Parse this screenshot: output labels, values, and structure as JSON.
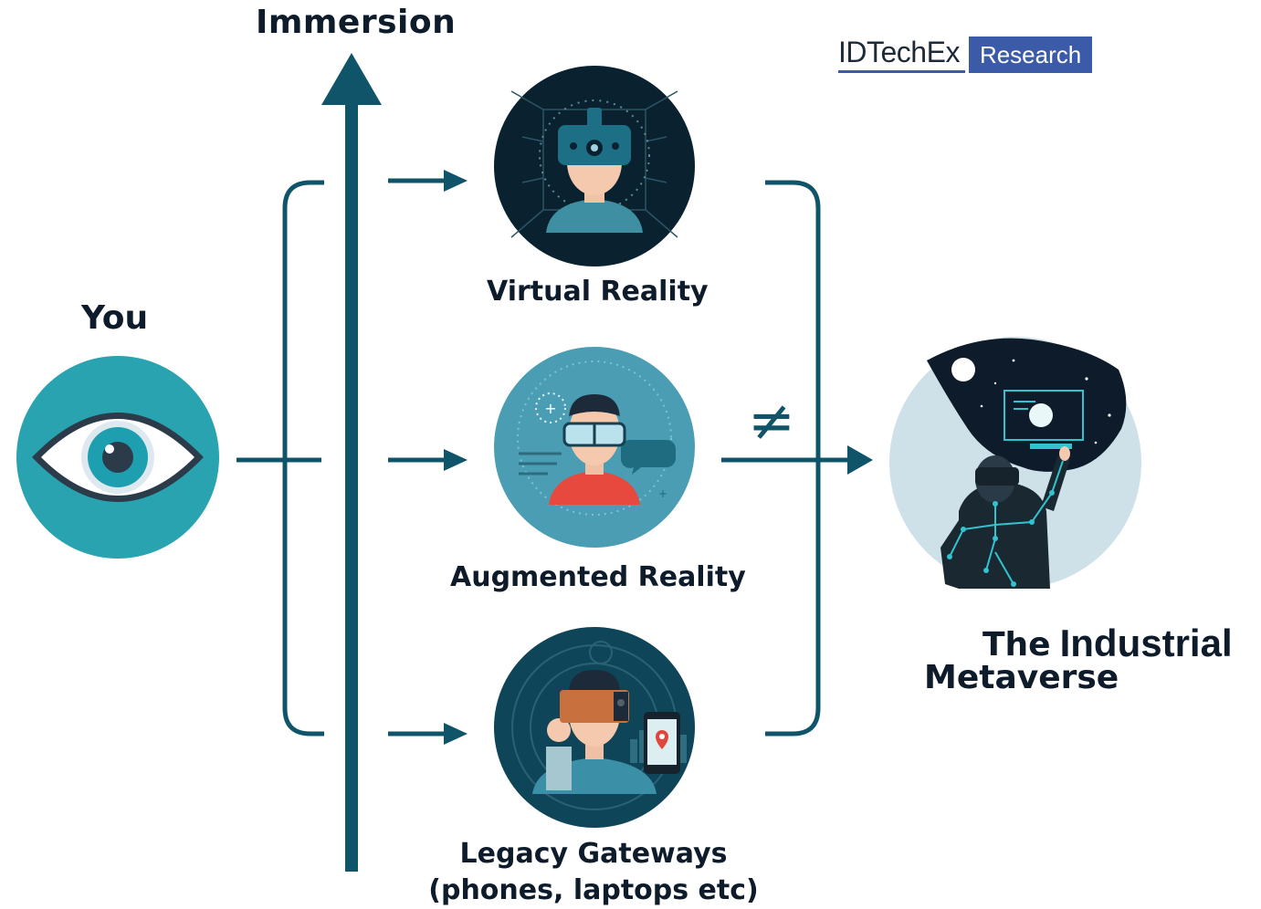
{
  "axis": {
    "label": "Immersion"
  },
  "you": {
    "label": "You"
  },
  "technologies": [
    {
      "label": "Virtual Reality"
    },
    {
      "label": "Augmented Reality"
    },
    {
      "label_line1": "Legacy Gateways",
      "label_line2": "(phones, laptops etc)"
    }
  ],
  "relation": {
    "symbol": "≠"
  },
  "destination": {
    "word1": "The",
    "word2": "Industrial",
    "word3": "Metaverse"
  },
  "logo": {
    "main": "IDTechEx",
    "sub": "Research"
  },
  "colors": {
    "arrow": "#0f5468",
    "label": "#0d1b2a",
    "eye_bg": "#2aa3b1",
    "vr_bg": "#0a2230",
    "ar_bg": "#4a9db3",
    "legacy_bg": "#0f4558",
    "metaverse_bg": "#cfe1e8",
    "logo_blue": "#3b5aa8"
  }
}
